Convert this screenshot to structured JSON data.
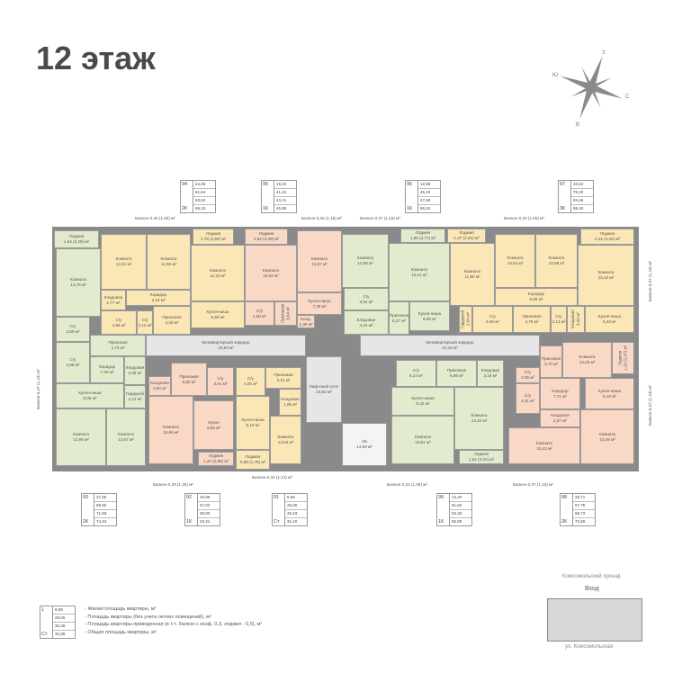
{
  "title": "12 этаж",
  "compass": {
    "north": "З",
    "west": "Ю",
    "east": "С",
    "south": "В"
  },
  "colors": {
    "green": "#e2ebcd",
    "yellow": "#fbe7b6",
    "peach": "#f9d8c6",
    "corridor": "#e6e6e6"
  },
  "rooms": [
    {
      "name": "Лоджия",
      "area": "1,64 (3,29) м²",
      "zone": "g"
    },
    {
      "name": "Комната",
      "area": "13,78 м²",
      "zone": "g"
    },
    {
      "name": "С/у",
      "area": "2,50 м²",
      "zone": "g"
    },
    {
      "name": "С/у",
      "area": "3,69 м²",
      "zone": "g"
    },
    {
      "name": "Прихожая",
      "area": "4,73 м²",
      "zone": "g"
    },
    {
      "name": "Коридор",
      "area": "7,30 м²",
      "zone": "g"
    },
    {
      "name": "Кладовая",
      "area": "2,08 м²",
      "zone": "g"
    },
    {
      "name": "Гардероб",
      "area": "2,13 м²",
      "zone": "g"
    },
    {
      "name": "Кухня-ниша",
      "area": "6,05 м²",
      "zone": "g"
    },
    {
      "name": "Комната",
      "area": "13,96 м²",
      "zone": "g"
    },
    {
      "name": "Комната",
      "area": "13,67 м²",
      "zone": "g"
    },
    {
      "name": "Комната",
      "area": "12,81 м²",
      "zone": "y"
    },
    {
      "name": "Комната",
      "area": "11,58 м²",
      "zone": "y"
    },
    {
      "name": "Кладовая",
      "area": "1,77 м²",
      "zone": "y"
    },
    {
      "name": "Коридор",
      "area": "3,16 м²",
      "zone": "y"
    },
    {
      "name": "С/у",
      "area": "4,98 м²",
      "zone": "y"
    },
    {
      "name": "С/у",
      "area": "2,12 м²",
      "zone": "y"
    },
    {
      "name": "Прихожая",
      "area": "4,29 м²",
      "zone": "y"
    },
    {
      "name": "Лоджия",
      "area": "1,78 (3,56) м²",
      "zone": "y"
    },
    {
      "name": "Комната",
      "area": "12,33 м²",
      "zone": "y"
    },
    {
      "name": "Кухня-ниша",
      "area": "6,50 м²",
      "zone": "y"
    },
    {
      "name": "Лоджия",
      "area": "1,64 (3,29) м²",
      "zone": "p"
    },
    {
      "name": "Комната",
      "area": "15,02 м²",
      "zone": "p"
    },
    {
      "name": "С/у",
      "area": "4,90 м²",
      "zone": "p"
    },
    {
      "name": "Прихожая",
      "area": "3,64 м²",
      "zone": "p"
    },
    {
      "name": "Комната",
      "area": "12,97 м²",
      "zone": "p"
    },
    {
      "name": "Кухня-ниша",
      "area": "7,29 м²",
      "zone": "p"
    },
    {
      "name": "Клад.",
      "area": "1,39 м²",
      "zone": "p"
    },
    {
      "name": "Межквартирный коридор",
      "area": "18,53 м²",
      "zone": "c"
    },
    {
      "name": "Лифтовой холл",
      "area": "15,52 м²",
      "zone": "c"
    },
    {
      "name": "Л/к",
      "area": "14,99 м²",
      "zone": "s"
    },
    {
      "name": "Комната",
      "area": "12,58 м²",
      "zone": "g"
    },
    {
      "name": "Комната",
      "area": "10,21 м²",
      "zone": "g"
    },
    {
      "name": "С/у",
      "area": "3,94 м²",
      "zone": "g"
    },
    {
      "name": "Кладовая",
      "area": "3,24 м²",
      "zone": "g"
    },
    {
      "name": "Прихожая",
      "area": "6,27 м²",
      "zone": "g"
    },
    {
      "name": "Кухня-ниша",
      "area": "9,00 м²",
      "zone": "g"
    },
    {
      "name": "Лоджия",
      "area": "1,88 (3,77) м²",
      "zone": "g"
    },
    {
      "name": "Лоджия",
      "area": "1,47 (2,94) м²",
      "zone": "y"
    },
    {
      "name": "Комната",
      "area": "11,90 м²",
      "zone": "y"
    },
    {
      "name": "Комната",
      "area": "10,84 м²",
      "zone": "y"
    },
    {
      "name": "Комната",
      "area": "10,88 м²",
      "zone": "y"
    },
    {
      "name": "Комната",
      "area": "15,42 м²",
      "zone": "y"
    },
    {
      "name": "Коридор",
      "area": "6,58 м²",
      "zone": "y"
    },
    {
      "name": "Гардероб",
      "area": "2,64 м²",
      "zone": "y"
    },
    {
      "name": "С/у",
      "area": "4,60 м²",
      "zone": "y"
    },
    {
      "name": "Прихожая",
      "area": "4,75 м²",
      "zone": "y"
    },
    {
      "name": "С/у",
      "area": "2,13 м²",
      "zone": "y"
    },
    {
      "name": "Кладовая",
      "area": "3,03 м²",
      "zone": "y"
    },
    {
      "name": "Кухня-ниша",
      "area": "6,43 м²",
      "zone": "y"
    },
    {
      "name": "Лоджия",
      "area": "2,12 (4,24) м²",
      "zone": "y"
    },
    {
      "name": "Межквартирный коридор",
      "area": "22,43 м²",
      "zone": "c"
    },
    {
      "name": "С/у",
      "area": "5,24 м²",
      "zone": "g"
    },
    {
      "name": "Прихожая",
      "area": "6,98 м²",
      "zone": "g"
    },
    {
      "name": "Кладовая",
      "area": "3,24 м²",
      "zone": "g"
    },
    {
      "name": "Кухня-ниша",
      "area": "6,42 м²",
      "zone": "g"
    },
    {
      "name": "Комната",
      "area": "16,51 м²",
      "zone": "g"
    },
    {
      "name": "Комната",
      "area": "13,40 м²",
      "zone": "g"
    },
    {
      "name": "Лоджия",
      "area": "1,51 (3,01) м²",
      "zone": "g"
    },
    {
      "name": "Прихожая",
      "area": "3,70 м²",
      "zone": "p"
    },
    {
      "name": "Комната",
      "area": "10,28 м²",
      "zone": "p"
    },
    {
      "name": "С/у",
      "area": "2,06 м²",
      "zone": "p"
    },
    {
      "name": "С/у",
      "area": "4,31 м²",
      "zone": "p"
    },
    {
      "name": "Коридор",
      "area": "7,71 м²",
      "zone": "p"
    },
    {
      "name": "Кладовая",
      "area": "2,87 м²",
      "zone": "p"
    },
    {
      "name": "Кухня-ниша",
      "area": "8,10 м²",
      "zone": "p"
    },
    {
      "name": "Комната",
      "area": "15,43 м²",
      "zone": "p"
    },
    {
      "name": "Комната",
      "area": "13,49 м²",
      "zone": "p"
    },
    {
      "name": "Лоджия",
      "area": "1,23 (2,47) м²",
      "zone": "p"
    },
    {
      "name": "Кладовая",
      "area": "3,80 м²",
      "zone": "p"
    },
    {
      "name": "Прихожая",
      "area": "5,80 м²",
      "zone": "p"
    },
    {
      "name": "С/у",
      "area": "3,81 м²",
      "zone": "p"
    },
    {
      "name": "Комната",
      "area": "15,96 м²",
      "zone": "p"
    },
    {
      "name": "Кухня",
      "area": "9,55 м²",
      "zone": "p"
    },
    {
      "name": "Лоджия",
      "area": "1,44 (2,88) м²",
      "zone": "p"
    },
    {
      "name": "С/у",
      "area": "4,05 м²",
      "zone": "y"
    },
    {
      "name": "Прихожая",
      "area": "3,21 м²",
      "zone": "y"
    },
    {
      "name": "Кладовая",
      "area": "1,95 м²",
      "zone": "y"
    },
    {
      "name": "Кухня-ниша",
      "area": "5,18 м²",
      "zone": "y"
    },
    {
      "name": "Комната",
      "area": "14,04 м²",
      "zone": "y"
    },
    {
      "name": "Лоджия",
      "area": "0,89 (1,78) м²",
      "zone": "y"
    }
  ],
  "balconies": [
    "Балкон 0,30 (1,00) м²",
    "Балкон 0,36 (1,16) м²",
    "Балкон 0,37 (1,23) м²",
    "Балкон 0,30 (1,00) м²",
    "Балкон 0,39 (1,30) м²",
    "Балкон 0,34 (1,12) м²",
    "Балкон 0,32 (1,06) м²",
    "Балкон 0,37 (1,23) м²",
    "Балкон 0,37 (1,24) м²",
    "Балкон 0,37 (1,24) м²",
    "Балкон 0,37 (1,24) м²"
  ],
  "apartments": [
    {
      "number": "94",
      "type": "2К",
      "values": [
        "24,39",
        "61,64",
        "63,62",
        "66,10"
      ]
    },
    {
      "number": "95",
      "type": "1К",
      "values": [
        "15,02",
        "41,41",
        "43,41",
        "45,85"
      ]
    },
    {
      "number": "96",
      "type": "1К",
      "values": [
        "12,58",
        "45,34",
        "47,60",
        "58,34"
      ]
    },
    {
      "number": "97",
      "type": "3К",
      "values": [
        "33,62",
        "79,20",
        "83,46",
        "88,42"
      ]
    },
    {
      "number": "93",
      "type": "2К",
      "values": [
        "27,35",
        "69,60",
        "71,93",
        "74,34"
      ]
    },
    {
      "number": "92",
      "type": "1К",
      "values": [
        "15,96",
        "37,02",
        "38,80",
        "43,21"
      ]
    },
    {
      "number": "91",
      "type": "Ст",
      "values": [
        "9,05",
        "28,30",
        "29,43",
        "31,10"
      ]
    },
    {
      "number": "99",
      "type": "1К",
      "values": [
        "13,40",
        "51,82",
        "53,33",
        "55,89"
      ]
    },
    {
      "number": "98",
      "type": "2К",
      "values": [
        "25,71",
        "67,75",
        "69,73",
        "72,69"
      ]
    }
  ],
  "legend": {
    "number": "1",
    "type": "Ст",
    "values": [
      "9,05",
      "29,06",
      "30,38",
      "31,88"
    ],
    "items": [
      "- Жилая площадь квартиры, м²",
      "- Площадь квартиры (без учета летних помещений), м²",
      "- Площадь квартиры приведенная (в т.ч. балкон с коэф. 0,3, лоджия - 0,5), м²",
      "- Общая площадь квартиры, м²"
    ]
  },
  "site": {
    "street_top": "Комсомольский проезд",
    "entrance": "Вход",
    "street_bottom": "ул. Комсомольская"
  }
}
